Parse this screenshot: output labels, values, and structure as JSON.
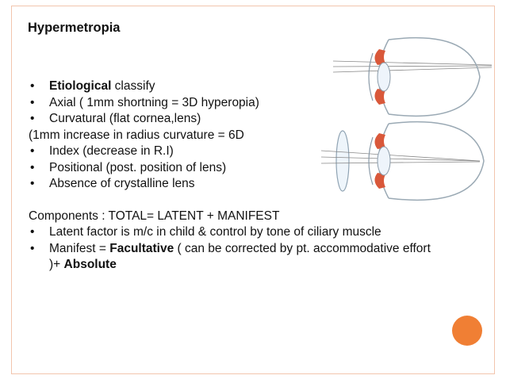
{
  "title": "Hypermetropia",
  "bullets_top": [
    {
      "bold": "Etiological",
      "text": " classify"
    },
    {
      "bold": "",
      "text": "Axial ( 1mm shortning = 3D hyperopia)"
    },
    {
      "bold": "",
      "text": "Curvatural  (flat cornea,lens)"
    }
  ],
  "plain_line_1": "(1mm increase in radius curvature = 6D",
  "bullets_mid": [
    "Index (decrease in R.I)",
    "Positional (post. position of lens)",
    "Absence of crystalline lens"
  ],
  "components_line": "Components : TOTAL= LATENT + MANIFEST",
  "latent_bullet": "Latent factor is m/c in child & control by tone of ciliary muscle",
  "manifest_bullet": {
    "pre": "Manifest = ",
    "b1": "Facultative",
    "mid": " ( can be corrected by pt. accommodative effort )+ ",
    "b2": "Absolute"
  },
  "bullet_char": "•",
  "colors": {
    "accent_circle": "#f07f34",
    "frame": "#f2c5ad",
    "eye_red": "#d9583a"
  }
}
